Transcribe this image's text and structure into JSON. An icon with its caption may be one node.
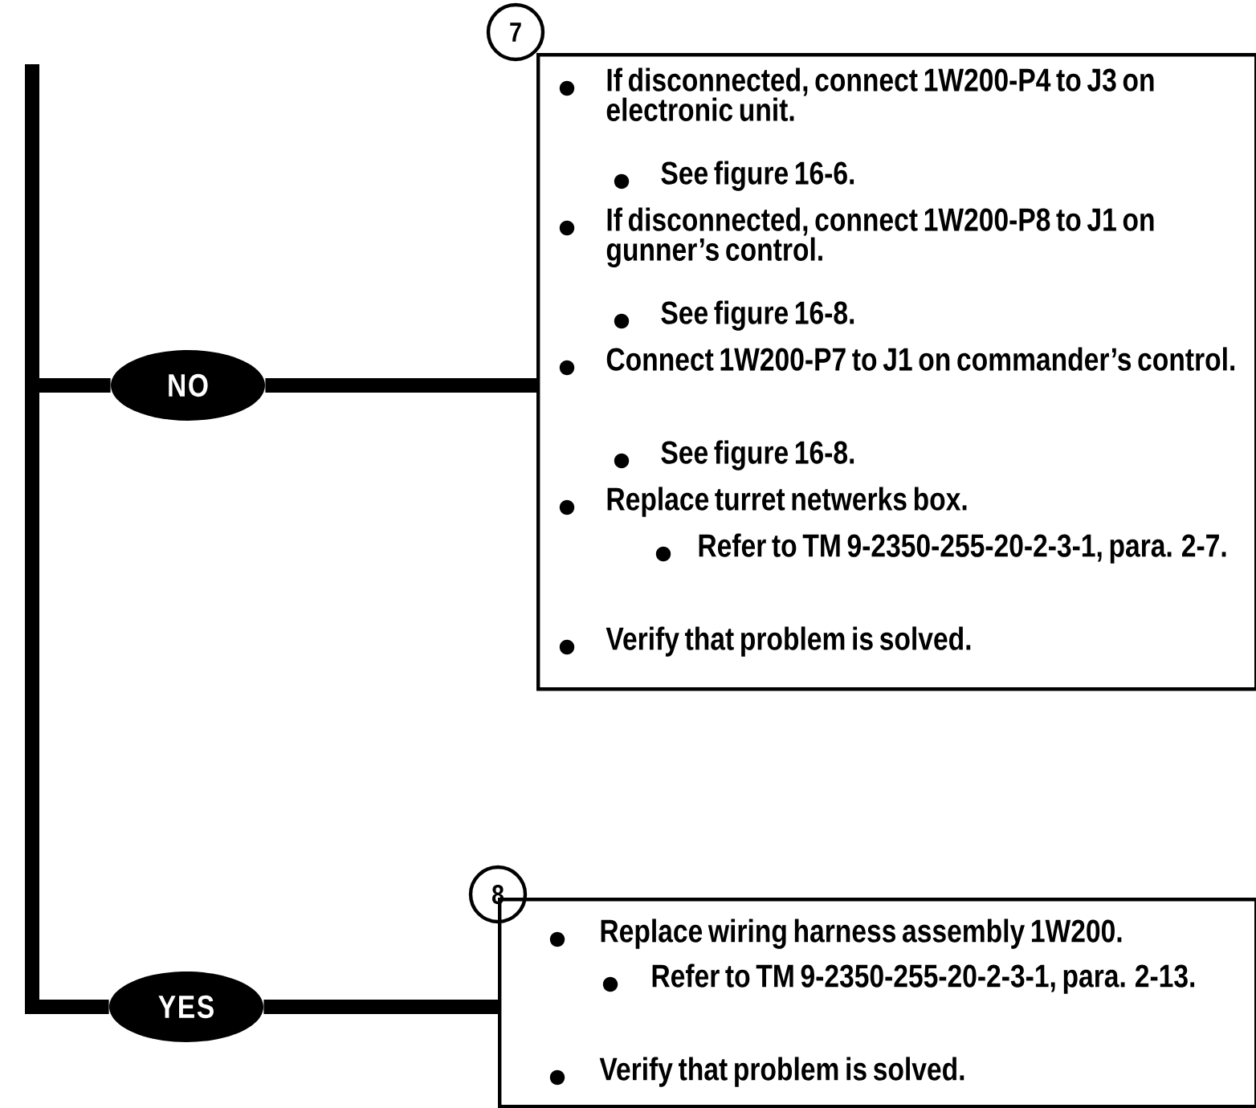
{
  "diagram": {
    "nodes": [
      {
        "text": [
          "NO"
        ]
      },
      {
        "text": [
          "7"
        ]
      },
      {
        "text": [
          "If disconnected, connect 1W200-P4 to J3 on electronic unit.",
          "See figure 16-6.",
          "If disconnected, connect 1W200-P8 to J1 on gunner’s control.",
          "See figure 16-8.",
          "Connect 1W200-P7 to J1 on commander’s control.",
          "See figure 16-8.",
          "Replace turret netwerks box.",
          "Refer to TM 9-2350-255-20-2-3-1, para. 2-7.",
          "Verify that problem is solved."
        ]
      },
      {
        "text": [
          "YES"
        ]
      },
      {
        "text": [
          "8"
        ]
      },
      {
        "text": [
          "Replace wiring harness assembly 1W200.",
          "Refer to TM 9-2350-255-20-2-3-1, para. 2-13.",
          "Verify that problem is solved."
        ]
      }
    ],
    "edges": [
      {
        "from": null,
        "to": 0,
        "arrow": "none"
      },
      {
        "from": null,
        "to": 3,
        "arrow": "none"
      },
      {
        "from": 0,
        "to": 2,
        "arrow": "none"
      },
      {
        "from": 3,
        "to": 5,
        "arrow": "none"
      }
    ]
  }
}
